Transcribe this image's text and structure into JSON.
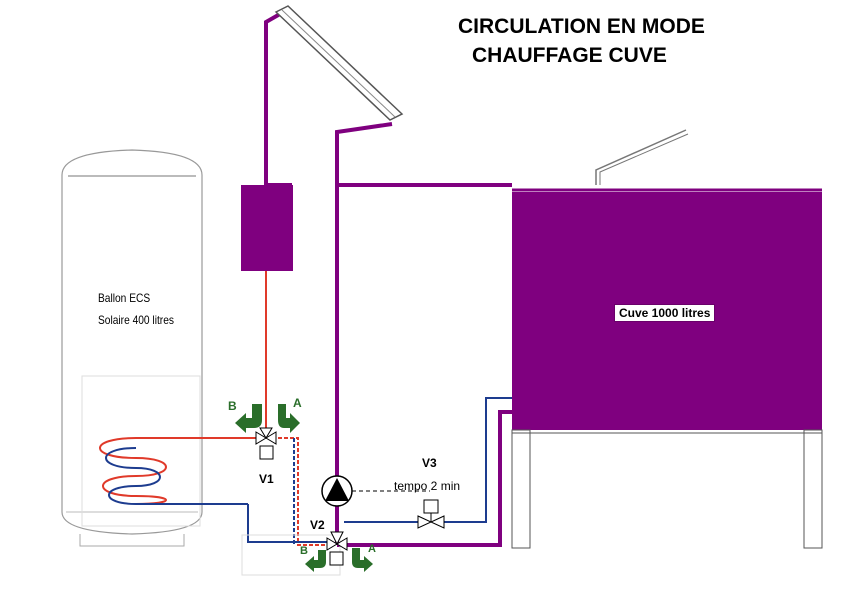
{
  "title": {
    "line1": "CIRCULATION EN MODE",
    "line2": "CHAUFFAGE CUVE"
  },
  "ballon": {
    "line1": "Ballon ECS",
    "line2": "Solaire 400 litres"
  },
  "cuve": {
    "label": "Cuve 1000 litres"
  },
  "valves": {
    "v1": "V1",
    "v2": "V2",
    "v3": "V3",
    "tempo": "tempo 2 min"
  },
  "ports": {
    "v1_b": "B",
    "v1_a": "A",
    "v2_b": "B",
    "v2_a": "A"
  },
  "colors": {
    "active_circuit": "#7f007f",
    "hot_pipe": "#e03a2a",
    "cold_pipe": "#1d3c8f",
    "arrow_green": "#2a6e2a"
  }
}
